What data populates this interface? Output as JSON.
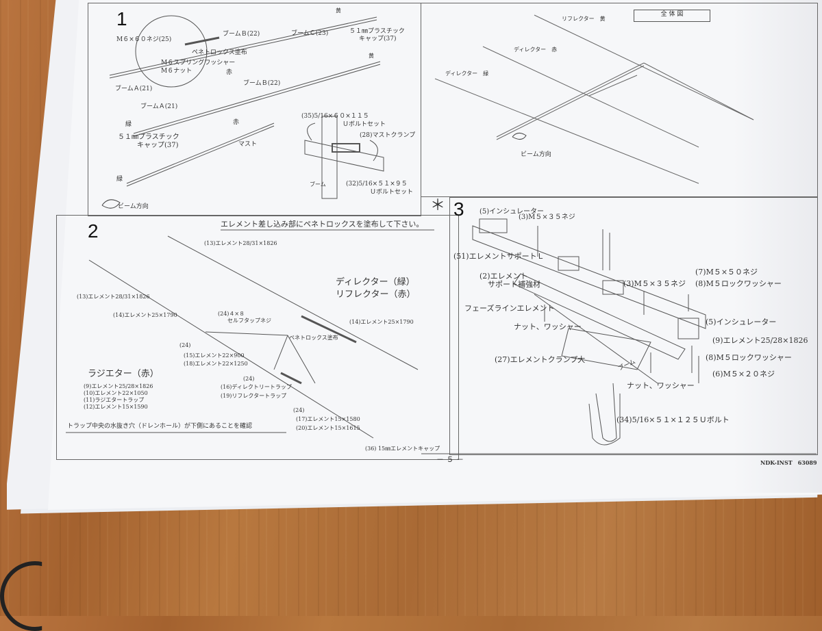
{
  "panel1": {
    "number": "1",
    "labels": {
      "m6_screw": "M６×６０ネジ(25)",
      "boom_b_top": "ブームＢ(22)",
      "boom_c": "ブームＣ(23)",
      "cap_top": "５１㎜プラスチック",
      "cap_top_2": "キャップ(37)",
      "penetrox": "ペネトロックス塗布",
      "spring_washer": "M６スプリングワッシャー",
      "m6_nut": "M６ナット",
      "yellow_top": "黄",
      "yellow_mid": "黄",
      "boom_a_left": "ブームＡ(21)",
      "red": "赤",
      "boom_b_mid": "ブームＢ(22)",
      "boom_a_mid": "ブームＡ(21)",
      "green_cap": "緑",
      "cap_bottom": "５１㎜プラスチック",
      "cap_bottom_2": "キャップ(37)",
      "red_mast": "赤",
      "mast": "マスト",
      "ubolt_115": "(35)5/16×６０×１１５",
      "ubolt_115_2": "Ｕボルトセット",
      "mast_clamp": "(28)マストクランプ",
      "boom_small": "ブーム",
      "ubolt_95": "(32)5/16×５１×９５",
      "ubolt_95_2": "Ｕボルトセット",
      "green_end": "緑",
      "beam_dir": "ビーム方向"
    }
  },
  "panel_overview": {
    "badge": "全 体 図",
    "reflector": "リフレクター　黄",
    "director_red": "ディレクター　赤",
    "director_green": "ディレクター　緑",
    "beam_dir": "ビーム方向"
  },
  "panel2": {
    "number": "2",
    "header": "エレメント差し込み部にペネトロックスを塗布して下さい。",
    "labels": {
      "el13_top": "(13)エレメント28/31×1826",
      "dir_title": "ディレクター（緑）",
      "ref_title": "リフレクター（赤）",
      "el13_left": "(13)エレメント28/31×1826",
      "el14_left": "(14)エレメント25×1790",
      "screw": "(24)４×８",
      "screw_2": "セルフタップネジ",
      "el14_right": "(14)エレメント25×1790",
      "n24_a": "(24)",
      "penetrox": "ペネトロックス塗布",
      "el15": "(15)エレメント22×900",
      "el18": "(18)エレメント22×1250",
      "radiator": "ラジエター（赤）",
      "n24_b": "(24)",
      "dir_trap": "(16)ディレクトリートラップ",
      "ref_trap": "(19)リフレクタートラップ",
      "r9": "(9)エレメント25/28×1826",
      "r10": "(10)エレメント22×1050",
      "r11": "(11)ラジエタートラップ",
      "r12": "(12)エレメント15×1590",
      "n24_c": "(24)",
      "el17": "(17)エレメント15×1580",
      "el20": "(20)エレメント15×1615",
      "drain_note": "トラップ中央の水抜き穴（ドレンホール）が下側にあることを確認",
      "cap36": "(36) 15㎜エレメントキャップ"
    }
  },
  "panel3": {
    "asterisk": "＊",
    "number": "3",
    "labels": {
      "insulator_top": "(5)インシュレーター",
      "m5x35_top": "(3)M５×３５ネジ",
      "support_l": "(51)エレメントサポートＬ",
      "m5x50": "(7)M５×５０ネジ",
      "support_2": "(2)エレメント",
      "support_2b": "サポート補強材",
      "m5x35_mid": "(3)M５×３５ネジ",
      "lock_washer_top": "(8)M５ロックワッシャー",
      "phase_line": "フェーズラインエレメント",
      "nut_washer_l": "ナット、ワッシャー",
      "insulator_r": "(5)インシュレーター",
      "el9": "(9)エレメント25/28×1826",
      "clamp27": "(27)エレメントクランプ大",
      "lock_washer_b": "(8)M５ロックワッシャー",
      "boom": "ブーム",
      "m5x20": "(6)M５×２０ネジ",
      "nut_washer_b": "ナット、ワッシャー",
      "ubolt125": "(34)5/16×５１×１２５Ｕボルト"
    }
  },
  "footer": {
    "page": "－ ５ －",
    "code": "NDK-INST　63089"
  }
}
